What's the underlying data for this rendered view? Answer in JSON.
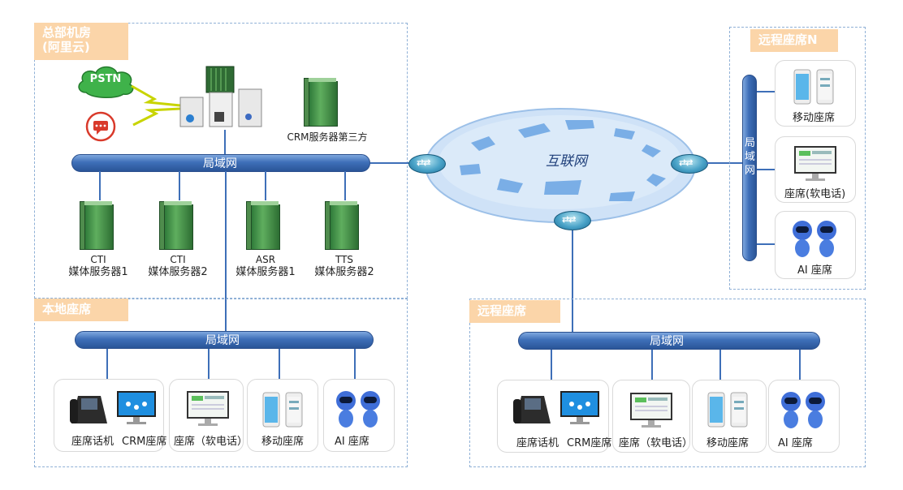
{
  "hq": {
    "tag_line1": "总部机房",
    "tag_line2": "(阿里云)"
  },
  "pstn": "PSTN",
  "crm_third": "CRM服务器第三方",
  "lan": "局域网",
  "internet": "互联网",
  "servers": [
    {
      "line1": "CTI",
      "line2": "媒体服务器1"
    },
    {
      "line1": "CTI",
      "line2": "媒体服务器2"
    },
    {
      "line1": "ASR",
      "line2": "媒体服务器1"
    },
    {
      "line1": "TTS",
      "line2": "媒体服务器2"
    }
  ],
  "local": {
    "tag": "本地座席",
    "items": [
      "座席话机",
      "CRM座席",
      "座席（软电话）",
      "移动座席",
      "AI 座席"
    ]
  },
  "remote": {
    "tag": "远程座席",
    "items": [
      "座席话机",
      "CRM座席",
      "座席（软电话）",
      "移动座席",
      "AI 座席"
    ]
  },
  "remote_n": {
    "tag": "远程座席N",
    "lan_vertical": "局域网",
    "items": [
      "移动座席",
      "座席(软电话)",
      "AI 座席"
    ]
  },
  "colors": {
    "tag_bg": "#fbd5a9",
    "bus": "#3e6fb8",
    "server": "#3f8f45",
    "border": "#8fb0d6"
  }
}
